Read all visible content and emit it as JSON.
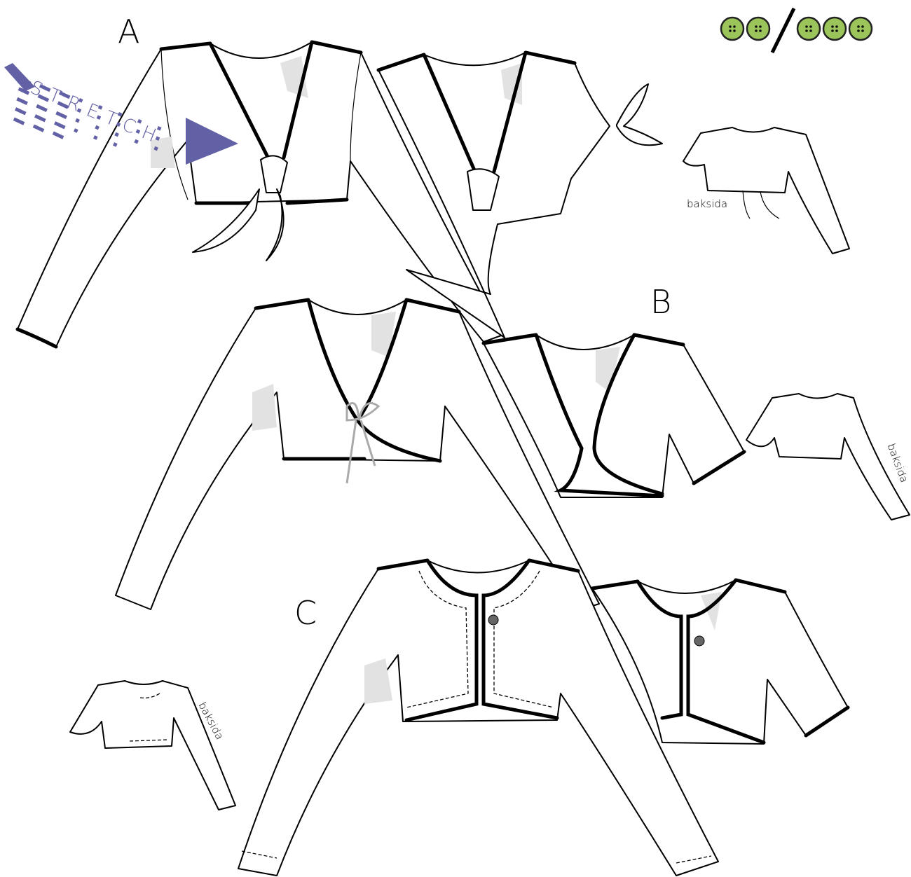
{
  "labels": {
    "a": "A",
    "b": "B",
    "c": "C"
  },
  "stretch_logo": {
    "text": "STRETCH",
    "color": "#6361a6"
  },
  "back_view_label": "baksida",
  "back_views": [
    {
      "label": "baksida"
    },
    {
      "label": "baksida"
    },
    {
      "label": "baksida"
    }
  ],
  "buttons": {
    "left_count": 2,
    "right_count": 3,
    "color": "#9bc45a"
  },
  "colors": {
    "line": "#000000",
    "shading": "#e2e2e2",
    "accent": "#6361a6"
  }
}
